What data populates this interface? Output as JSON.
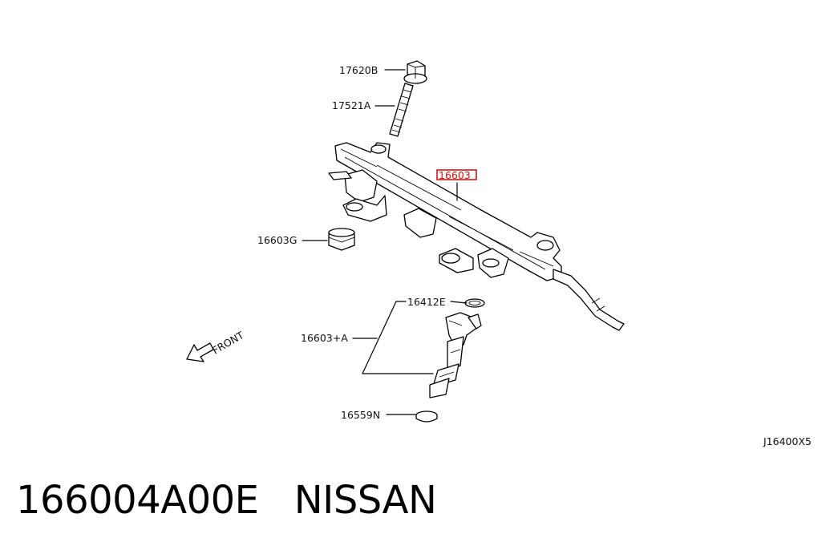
{
  "callouts": [
    {
      "id": "nut",
      "text": "17620B"
    },
    {
      "id": "stud",
      "text": "17521A"
    },
    {
      "id": "rail",
      "text": "16603",
      "highlighted": true
    },
    {
      "id": "insulator",
      "text": "16603G"
    },
    {
      "id": "oring",
      "text": "16412E"
    },
    {
      "id": "injector",
      "text": "16603+A"
    },
    {
      "id": "seal",
      "text": "16559N"
    }
  ],
  "front_label": "FRONT",
  "catalog_code": "J16400X5",
  "caption": {
    "part_number": "166004A00E",
    "brand": "NISSAN"
  },
  "colors": {
    "highlight": "#e01010",
    "line": "#000000",
    "background": "#ffffff"
  }
}
